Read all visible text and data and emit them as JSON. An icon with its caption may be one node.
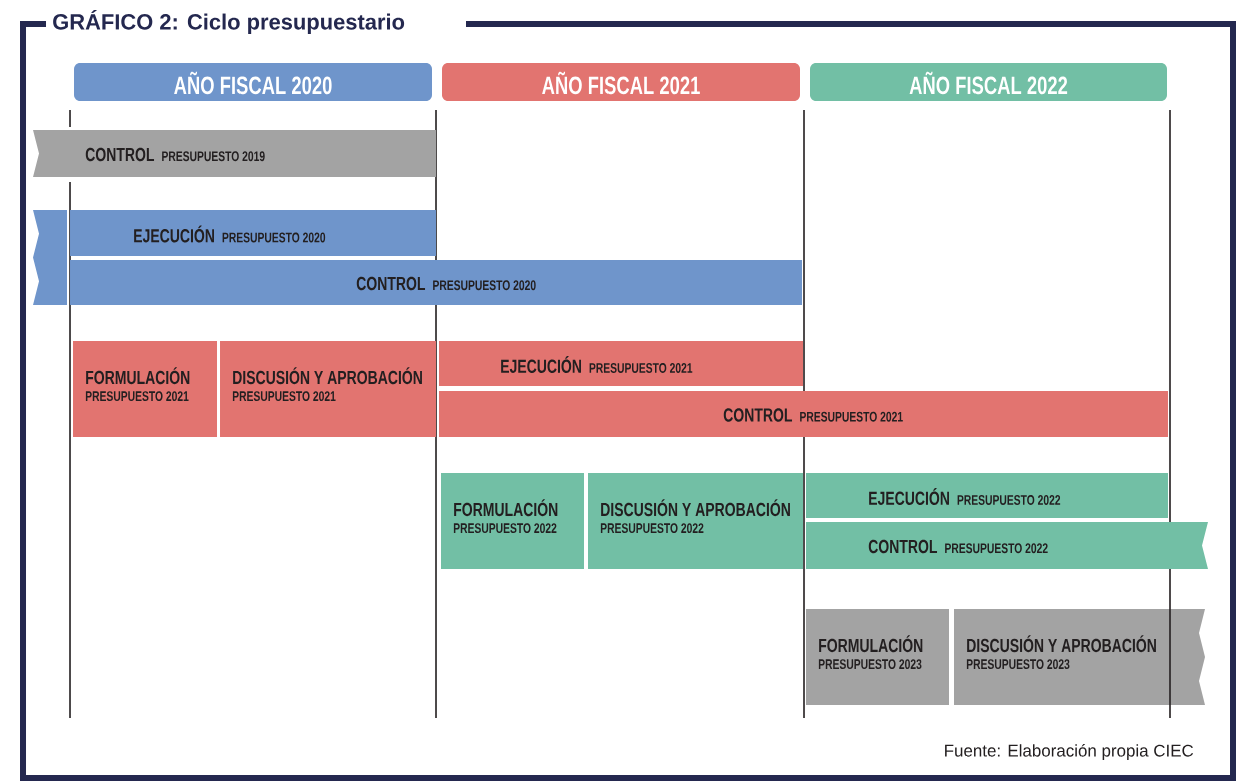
{
  "diagram": {
    "title": "GRÁFICO 2: Ciclo presupuestario",
    "caption": "Fuente: Elaboración propia CIEC",
    "nodes": [
      {
        "text": [
          "AÑO FISCAL 2020"
        ]
      },
      {
        "text": [
          "AÑO FISCAL 2021"
        ]
      },
      {
        "text": [
          "AÑO FISCAL 2022"
        ]
      },
      {
        "text": [
          "CONTROL",
          "PRESUPUESTO 2019"
        ]
      },
      {
        "text": [],
        "shape": "bar"
      },
      {
        "text": [
          "EJECUCIÓN",
          "PRESUPUESTO 2020"
        ]
      },
      {
        "text": [
          "CONTROL",
          "PRESUPUESTO 2020"
        ]
      },
      {
        "text": [
          "FORMULACIÓN",
          "PRESUPUESTO 2021"
        ]
      },
      {
        "text": [
          "DISCUSIÓN Y APROBACIÓN",
          "PRESUPUESTO 2021"
        ]
      },
      {
        "text": [
          "EJECUCIÓN",
          "PRESUPUESTO 2021"
        ]
      },
      {
        "text": [
          "CONTROL",
          "PRESUPUESTO 2021"
        ]
      },
      {
        "text": [
          "FORMULACIÓN",
          "PRESUPUESTO 2022"
        ]
      },
      {
        "text": [
          "DISCUSIÓN Y APROBACIÓN",
          "PRESUPUESTO 2022"
        ]
      },
      {
        "text": [
          "EJECUCIÓN",
          "PRESUPUESTO 2022"
        ]
      },
      {
        "text": [
          "CONTROL",
          "PRESUPUESTO 2022"
        ]
      },
      {
        "text": [
          "FORMULACIÓN",
          "PRESUPUESTO 2023"
        ]
      },
      {
        "text": [
          "DISCUSIÓN Y APROBACIÓN",
          "PRESUPUESTO 2023"
        ]
      }
    ]
  }
}
